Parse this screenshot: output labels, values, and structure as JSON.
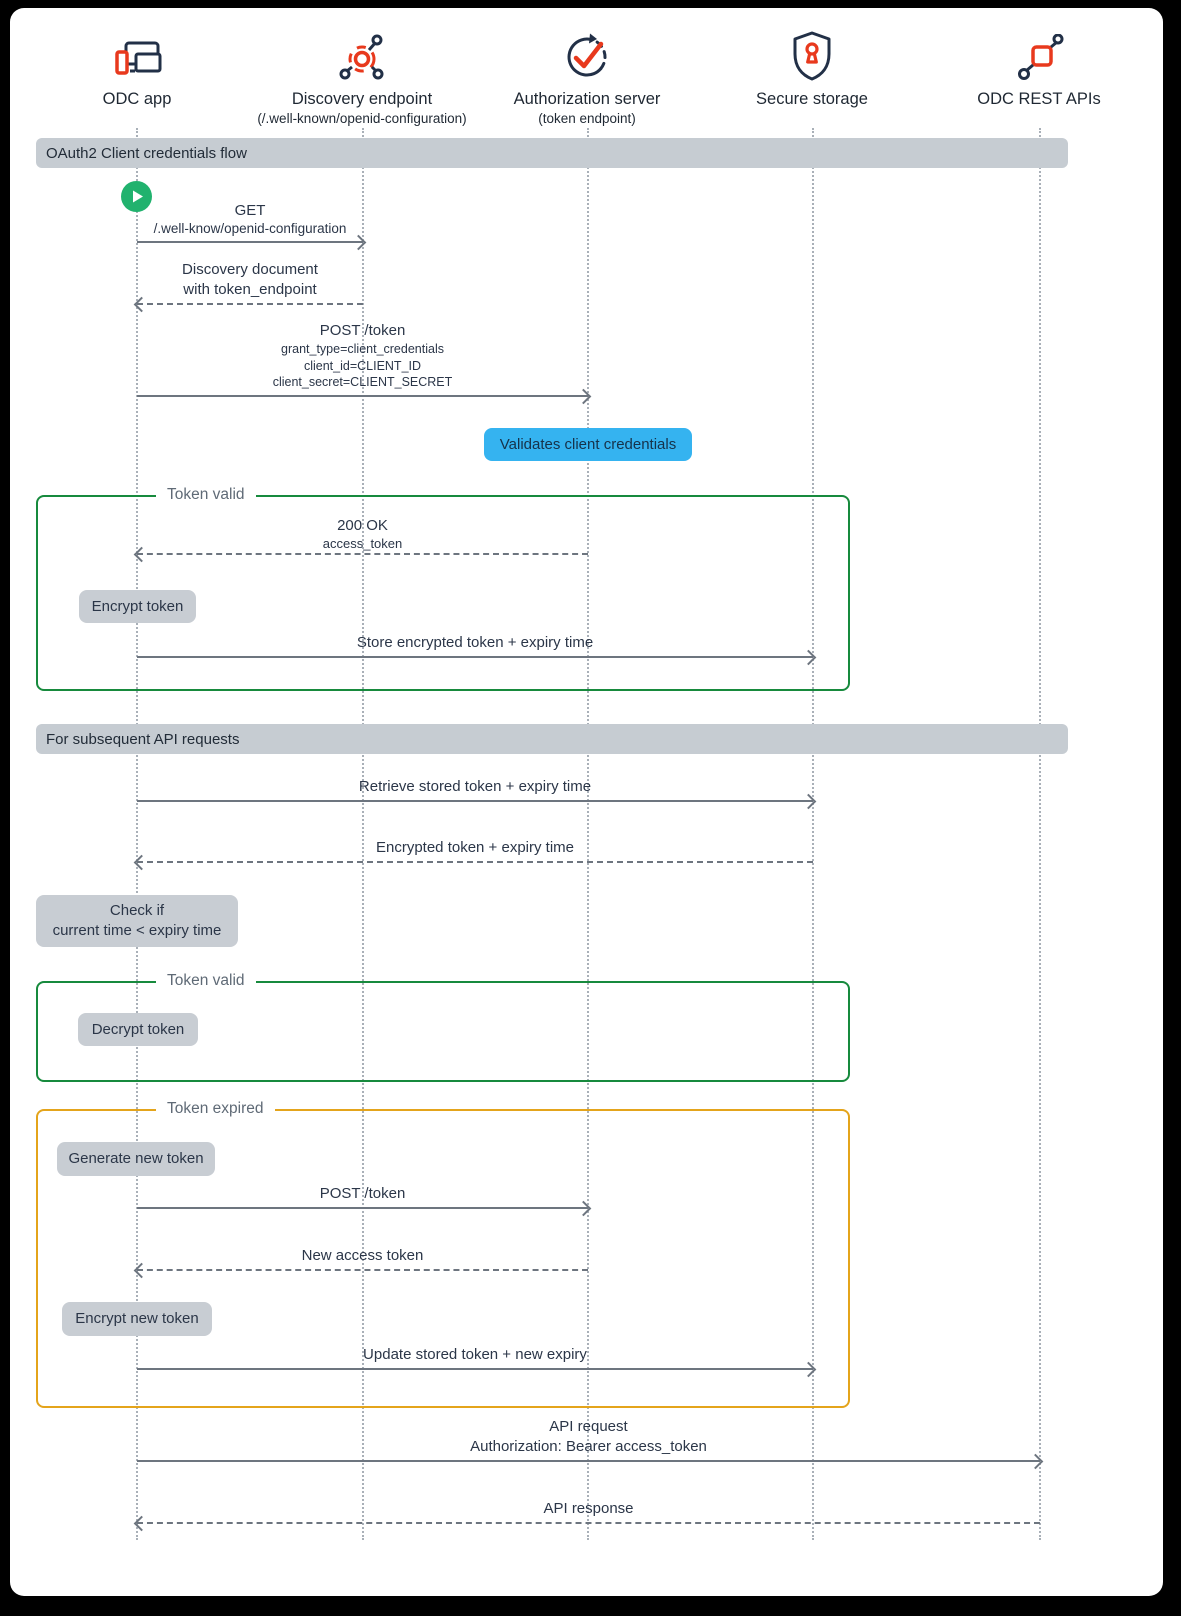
{
  "colors": {
    "accent_red": "#e8391d",
    "icon_dark": "#223047",
    "text_dark": "#2b3648",
    "fragment_green": "#178a3d",
    "fragment_orange": "#e4a41b",
    "note_blue": "#35b3f0",
    "band_bg": "#c6ccd2",
    "badge_bg": "#c8cdd3",
    "play_green": "#21b26e",
    "arrow_gray": "#6d757f"
  },
  "actors": [
    {
      "label": "ODC app",
      "sub": ""
    },
    {
      "label": "Discovery endpoint",
      "sub": "(/.well-known/openid-configuration)"
    },
    {
      "label": "Authorization server",
      "sub": "(token endpoint)"
    },
    {
      "label": "Secure storage",
      "sub": ""
    },
    {
      "label": "ODC REST APIs",
      "sub": ""
    }
  ],
  "sections": [
    {
      "label": "OAuth2 Client credentials flow"
    },
    {
      "label": "For subsequent API requests"
    }
  ],
  "fragments": [
    {
      "label": "Token valid"
    },
    {
      "label": "Token valid"
    },
    {
      "label": "Token expired"
    }
  ],
  "messages": [
    {
      "lines": [
        "GET",
        "/.well-know/openid-configuration"
      ]
    },
    {
      "lines": [
        "Discovery document",
        "with token_endpoint"
      ]
    },
    {
      "lines": [
        "POST /token",
        "grant_type=client_credentials",
        "client_id=CLIENT_ID",
        "client_secret=CLIENT_SECRET"
      ]
    },
    {
      "lines": [
        "200 OK",
        "access_token"
      ]
    },
    {
      "lines": [
        "Store encrypted token + expiry time"
      ]
    },
    {
      "lines": [
        "Retrieve stored token + expiry time"
      ]
    },
    {
      "lines": [
        "Encrypted token + expiry time"
      ]
    },
    {
      "lines": [
        "POST /token"
      ]
    },
    {
      "lines": [
        "New access token"
      ]
    },
    {
      "lines": [
        "Update stored token + new expiry"
      ]
    },
    {
      "lines": [
        "API request",
        "Authorization: Bearer access_token"
      ]
    },
    {
      "lines": [
        "API response"
      ]
    }
  ],
  "validation_note": {
    "label": "Validates client credentials"
  },
  "notes": [
    {
      "lines": [
        "Encrypt token"
      ]
    },
    {
      "lines": [
        "Check if",
        "current time < expiry time"
      ]
    },
    {
      "lines": [
        "Decrypt token"
      ]
    },
    {
      "lines": [
        "Generate new token"
      ]
    },
    {
      "lines": [
        "Encrypt new token"
      ]
    }
  ]
}
